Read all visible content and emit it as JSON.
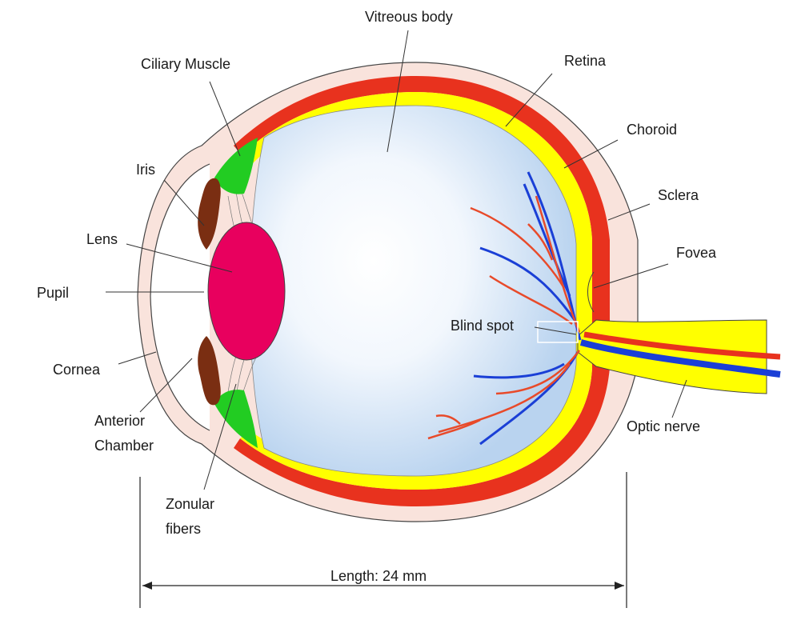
{
  "labels": {
    "vitreous_body": "Vitreous body",
    "ciliary_muscle": "Ciliary Muscle",
    "retina": "Retina",
    "choroid": "Choroid",
    "iris": "Iris",
    "sclera": "Sclera",
    "lens": "Lens",
    "fovea": "Fovea",
    "pupil": "Pupil",
    "blind_spot": "Blind spot",
    "cornea": "Cornea",
    "anterior_chamber_line1": "Anterior",
    "anterior_chamber_line2": "Chamber",
    "optic_nerve": "Optic nerve",
    "zonular_fibers_line1": "Zonular",
    "zonular_fibers_line2": "fibers",
    "length": "Length: 24 mm"
  },
  "colors": {
    "sclera": "#f9e3dc",
    "choroid": "#e8321e",
    "retina": "#ffff00",
    "vitreous": "#c6dcf3",
    "lens": "#e8005e",
    "iris": "#7a2e12",
    "ciliary": "#22cc22",
    "artery": "#e84a2a",
    "vein": "#1a3fd6",
    "optic_nerve": "#ffff00"
  }
}
